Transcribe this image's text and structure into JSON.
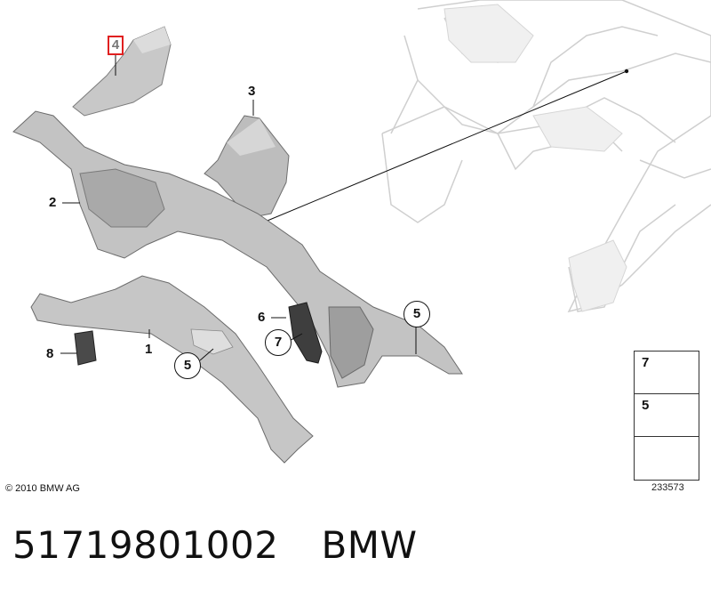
{
  "callouts": {
    "c1": "1",
    "c2": "2",
    "c3": "3",
    "c4": "4",
    "c6": "6",
    "c8": "8",
    "circle_5a": "5",
    "circle_5b": "5",
    "circle_7": "7"
  },
  "legend": {
    "row1_num": "7",
    "row2_num": "5"
  },
  "copyright": "© 2010 BMW AG",
  "diagram_id": "233573",
  "part_number": "51719801002",
  "brand": "BMW",
  "colors": {
    "part_fill": "#c6c6c6",
    "part_dark": "#8a8a8a",
    "ghost_frame": "#d2d2d2",
    "highlight": "#e02020"
  }
}
